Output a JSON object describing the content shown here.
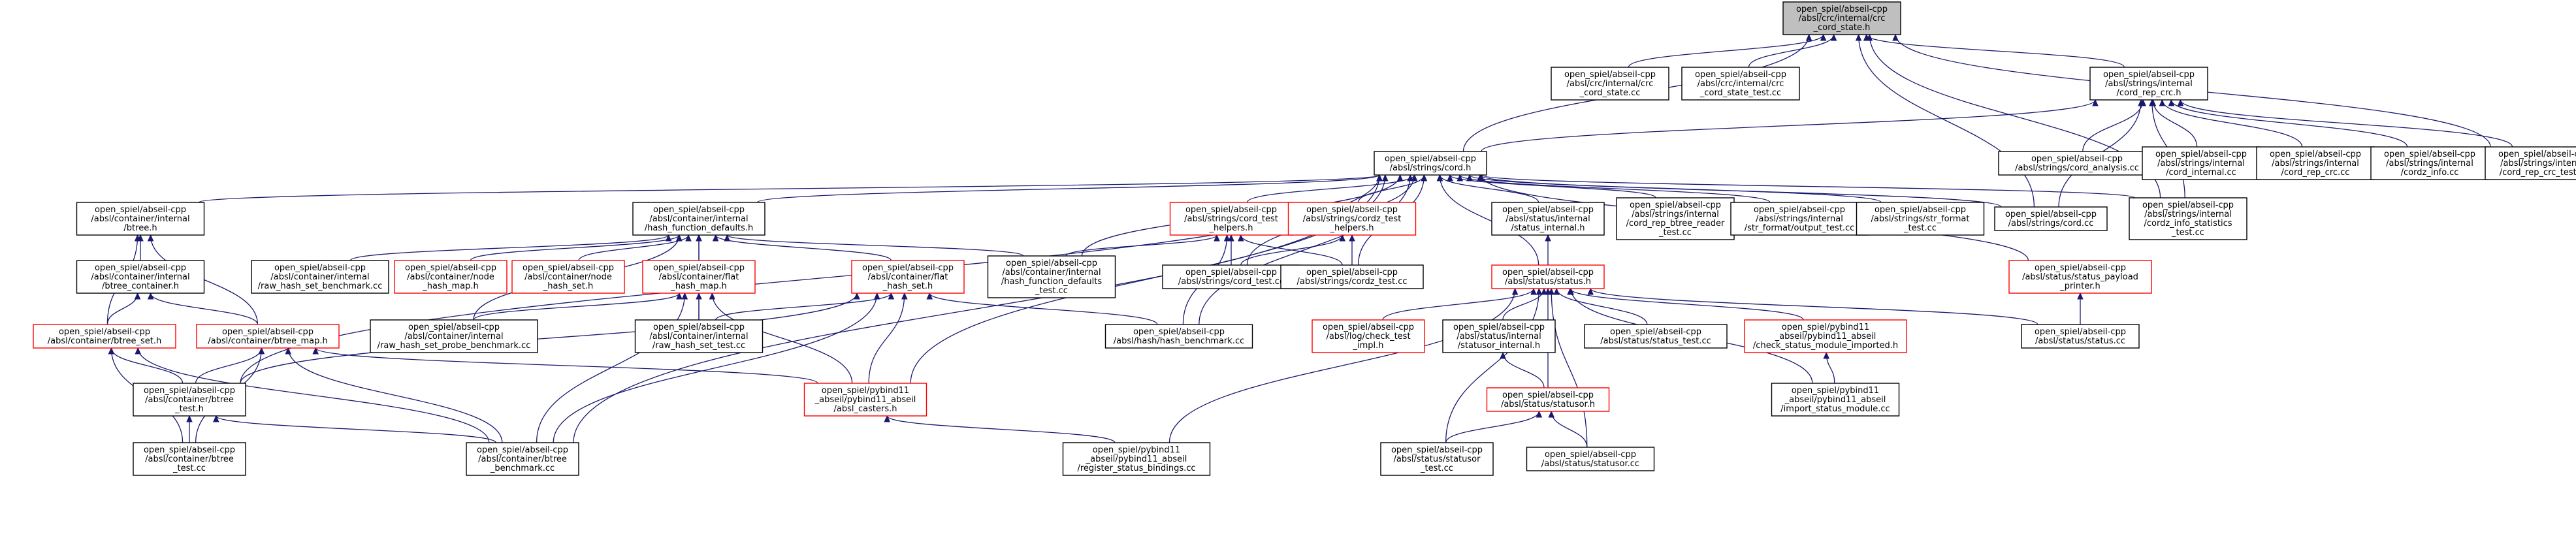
{
  "graph": {
    "nodes": [
      {
        "id": "root",
        "lines": [
          "open_spiel/abseil-cpp",
          "/absl/crc/internal/crc",
          "_cord_state.h"
        ],
        "color": "root"
      },
      {
        "id": "crc_state_cc",
        "lines": [
          "open_spiel/abseil-cpp",
          "/absl/crc/internal/crc",
          "_cord_state.cc"
        ],
        "color": "black"
      },
      {
        "id": "crc_state_test",
        "lines": [
          "open_spiel/abseil-cpp",
          "/absl/crc/internal/crc",
          "_cord_state_test.cc"
        ],
        "color": "black"
      },
      {
        "id": "cord_rep_crc_h",
        "lines": [
          "open_spiel/abseil-cpp",
          "/absl/strings/internal",
          "/cord_rep_crc.h"
        ],
        "color": "black"
      },
      {
        "id": "cord_h",
        "lines": [
          "open_spiel/abseil-cpp",
          "/absl/strings/cord.h"
        ],
        "color": "black"
      },
      {
        "id": "cord_analysis",
        "lines": [
          "open_spiel/abseil-cpp",
          "/absl/strings/cord_analysis.cc"
        ],
        "color": "black"
      },
      {
        "id": "cord_internal",
        "lines": [
          "open_spiel/abseil-cpp",
          "/absl/strings/internal",
          "/cord_internal.cc"
        ],
        "color": "black"
      },
      {
        "id": "cord_rep_crc_cc",
        "lines": [
          "open_spiel/abseil-cpp",
          "/absl/strings/internal",
          "/cord_rep_crc.cc"
        ],
        "color": "black"
      },
      {
        "id": "cordz_info",
        "lines": [
          "open_spiel/abseil-cpp",
          "/absl/strings/internal",
          "/cordz_info.cc"
        ],
        "color": "black"
      },
      {
        "id": "cord_rep_crc_test",
        "lines": [
          "open_spiel/abseil-cpp",
          "/absl/strings/internal",
          "/cord_rep_crc_test.cc"
        ],
        "color": "black"
      },
      {
        "id": "btree_h",
        "lines": [
          "open_spiel/abseil-cpp",
          "/absl/container/internal",
          "/btree.h"
        ],
        "color": "black"
      },
      {
        "id": "hash_fn_defaults",
        "lines": [
          "open_spiel/abseil-cpp",
          "/absl/container/internal",
          "/hash_function_defaults.h"
        ],
        "color": "black"
      },
      {
        "id": "cord_test_helpers",
        "lines": [
          "open_spiel/abseil-cpp",
          "/absl/strings/cord_test",
          "_helpers.h"
        ],
        "color": "red"
      },
      {
        "id": "cordz_test_helpers",
        "lines": [
          "open_spiel/abseil-cpp",
          "/absl/strings/cordz_test",
          "_helpers.h"
        ],
        "color": "red"
      },
      {
        "id": "status_internal",
        "lines": [
          "open_spiel/abseil-cpp",
          "/absl/status/internal",
          "/status_internal.h"
        ],
        "color": "black"
      },
      {
        "id": "btree_reader_test",
        "lines": [
          "open_spiel/abseil-cpp",
          "/absl/strings/internal",
          "/cord_rep_btree_reader",
          "_test.cc"
        ],
        "color": "black"
      },
      {
        "id": "str_format_output",
        "lines": [
          "open_spiel/abseil-cpp",
          "/absl/strings/internal",
          "/str_format/output_test.cc"
        ],
        "color": "black"
      },
      {
        "id": "str_format_test",
        "lines": [
          "open_spiel/abseil-cpp",
          "/absl/strings/str_format",
          "_test.cc"
        ],
        "color": "black"
      },
      {
        "id": "cord_cc",
        "lines": [
          "open_spiel/abseil-cpp",
          "/absl/strings/cord.cc"
        ],
        "color": "black"
      },
      {
        "id": "cordz_info_stats",
        "lines": [
          "open_spiel/abseil-cpp",
          "/absl/strings/internal",
          "/cordz_info_statistics",
          "_test.cc"
        ],
        "color": "black"
      },
      {
        "id": "btree_container",
        "lines": [
          "open_spiel/abseil-cpp",
          "/absl/container/internal",
          "/btree_container.h"
        ],
        "color": "black"
      },
      {
        "id": "raw_hash_bench",
        "lines": [
          "open_spiel/abseil-cpp",
          "/absl/container/internal",
          "/raw_hash_set_benchmark.cc"
        ],
        "color": "black"
      },
      {
        "id": "node_hash_map",
        "lines": [
          "open_spiel/abseil-cpp",
          "/absl/container/node",
          "_hash_map.h"
        ],
        "color": "red"
      },
      {
        "id": "node_hash_set",
        "lines": [
          "open_spiel/abseil-cpp",
          "/absl/container/node",
          "_hash_set.h"
        ],
        "color": "red"
      },
      {
        "id": "flat_hash_map",
        "lines": [
          "open_spiel/abseil-cpp",
          "/absl/container/flat",
          "_hash_map.h"
        ],
        "color": "red"
      },
      {
        "id": "flat_hash_set",
        "lines": [
          "open_spiel/abseil-cpp",
          "/absl/container/flat",
          "_hash_set.h"
        ],
        "color": "red"
      },
      {
        "id": "hash_fn_defaults_test",
        "lines": [
          "open_spiel/abseil-cpp",
          "/absl/container/internal",
          "/hash_function_defaults",
          "_test.cc"
        ],
        "color": "black"
      },
      {
        "id": "cord_test",
        "lines": [
          "open_spiel/abseil-cpp",
          "/absl/strings/cord_test.cc"
        ],
        "color": "black"
      },
      {
        "id": "cordz_test",
        "lines": [
          "open_spiel/abseil-cpp",
          "/absl/strings/cordz_test.cc"
        ],
        "color": "black"
      },
      {
        "id": "status_h",
        "lines": [
          "open_spiel/abseil-cpp",
          "/absl/status/status.h"
        ],
        "color": "red"
      },
      {
        "id": "status_payload_printer",
        "lines": [
          "open_spiel/abseil-cpp",
          "/absl/status/status_payload",
          "_printer.h"
        ],
        "color": "red"
      },
      {
        "id": "btree_set",
        "lines": [
          "open_spiel/abseil-cpp",
          "/absl/container/btree_set.h"
        ],
        "color": "red"
      },
      {
        "id": "btree_map",
        "lines": [
          "open_spiel/abseil-cpp",
          "/absl/container/btree_map.h"
        ],
        "color": "red"
      },
      {
        "id": "raw_hash_probe_bench",
        "lines": [
          "open_spiel/abseil-cpp",
          "/absl/container/internal",
          "/raw_hash_set_probe_benchmark.cc"
        ],
        "color": "black"
      },
      {
        "id": "raw_hash_set_test",
        "lines": [
          "open_spiel/abseil-cpp",
          "/absl/container/internal",
          "/raw_hash_set_test.cc"
        ],
        "color": "black"
      },
      {
        "id": "hash_benchmark",
        "lines": [
          "open_spiel/abseil-cpp",
          "/absl/hash/hash_benchmark.cc"
        ],
        "color": "black"
      },
      {
        "id": "check_test_impl",
        "lines": [
          "open_spiel/abseil-cpp",
          "/absl/log/check_test",
          "_impl.h"
        ],
        "color": "red"
      },
      {
        "id": "statusor_internal",
        "lines": [
          "open_spiel/abseil-cpp",
          "/absl/status/internal",
          "/statusor_internal.h"
        ],
        "color": "black"
      },
      {
        "id": "status_test",
        "lines": [
          "open_spiel/abseil-cpp",
          "/absl/status/status_test.cc"
        ],
        "color": "black"
      },
      {
        "id": "check_status_imported",
        "lines": [
          "open_spiel/pybind11",
          "_abseil/pybind11_abseil",
          "/check_status_module_imported.h"
        ],
        "color": "red"
      },
      {
        "id": "status_cc",
        "lines": [
          "open_spiel/abseil-cpp",
          "/absl/status/status.cc"
        ],
        "color": "black"
      },
      {
        "id": "btree_test_h",
        "lines": [
          "open_spiel/abseil-cpp",
          "/absl/container/btree",
          "_test.h"
        ],
        "color": "black"
      },
      {
        "id": "absl_casters",
        "lines": [
          "open_spiel/pybind11",
          "_abseil/pybind11_abseil",
          "/absl_casters.h"
        ],
        "color": "red"
      },
      {
        "id": "statusor_h",
        "lines": [
          "open_spiel/abseil-cpp",
          "/absl/status/statusor.h"
        ],
        "color": "red"
      },
      {
        "id": "import_status_module",
        "lines": [
          "open_spiel/pybind11",
          "_abseil/pybind11_abseil",
          "/import_status_module.cc"
        ],
        "color": "black"
      },
      {
        "id": "btree_test_cc",
        "lines": [
          "open_spiel/abseil-cpp",
          "/absl/container/btree",
          "_test.cc"
        ],
        "color": "black"
      },
      {
        "id": "btree_benchmark",
        "lines": [
          "open_spiel/abseil-cpp",
          "/absl/container/btree",
          "_benchmark.cc"
        ],
        "color": "black"
      },
      {
        "id": "register_status_bindings",
        "lines": [
          "open_spiel/pybind11",
          "_abseil/pybind11_abseil",
          "/register_status_bindings.cc"
        ],
        "color": "black"
      },
      {
        "id": "statusor_test",
        "lines": [
          "open_spiel/abseil-cpp",
          "/absl/status/statusor",
          "_test.cc"
        ],
        "color": "black"
      },
      {
        "id": "statusor_cc",
        "lines": [
          "open_spiel/abseil-cpp",
          "/absl/status/statusor.cc"
        ],
        "color": "black"
      }
    ],
    "edges": [
      [
        "crc_state_cc",
        "root"
      ],
      [
        "crc_state_test",
        "root"
      ],
      [
        "cord_rep_crc_h",
        "root"
      ],
      [
        "cord_h",
        "root"
      ],
      [
        "cord_cc",
        "root"
      ],
      [
        "cordz_info_stats",
        "root"
      ],
      [
        "cord_rep_crc_test",
        "root"
      ],
      [
        "cord_h",
        "cord_rep_crc_h"
      ],
      [
        "cord_analysis",
        "cord_rep_crc_h"
      ],
      [
        "cord_internal",
        "cord_rep_crc_h"
      ],
      [
        "cord_rep_crc_cc",
        "cord_rep_crc_h"
      ],
      [
        "cordz_info",
        "cord_rep_crc_h"
      ],
      [
        "cord_rep_crc_test",
        "cord_rep_crc_h"
      ],
      [
        "cord_cc",
        "cord_rep_crc_h"
      ],
      [
        "cordz_info_stats",
        "cord_rep_crc_h"
      ],
      [
        "btree_h",
        "cord_h"
      ],
      [
        "hash_fn_defaults",
        "cord_h"
      ],
      [
        "cord_test_helpers",
        "cord_h"
      ],
      [
        "cordz_test_helpers",
        "cord_h"
      ],
      [
        "status_internal",
        "cord_h"
      ],
      [
        "btree_reader_test",
        "cord_h"
      ],
      [
        "str_format_output",
        "cord_h"
      ],
      [
        "str_format_test",
        "cord_h"
      ],
      [
        "cord_cc",
        "cord_h"
      ],
      [
        "cordz_info_stats",
        "cord_h"
      ],
      [
        "status_h",
        "cord_h"
      ],
      [
        "cord_test",
        "cord_h"
      ],
      [
        "cordz_test",
        "cord_h"
      ],
      [
        "status_payload_printer",
        "cord_h"
      ],
      [
        "hash_fn_defaults_test",
        "cord_h"
      ],
      [
        "hash_benchmark",
        "cord_h"
      ],
      [
        "absl_casters",
        "cord_h"
      ],
      [
        "btree_test_h",
        "cord_h"
      ],
      [
        "btree_benchmark",
        "cord_h"
      ],
      [
        "btree_container",
        "btree_h"
      ],
      [
        "btree_set",
        "btree_h"
      ],
      [
        "btree_map",
        "btree_h"
      ],
      [
        "btree_set",
        "btree_container"
      ],
      [
        "btree_map",
        "btree_container"
      ],
      [
        "raw_hash_bench",
        "hash_fn_defaults"
      ],
      [
        "node_hash_map",
        "hash_fn_defaults"
      ],
      [
        "node_hash_set",
        "hash_fn_defaults"
      ],
      [
        "flat_hash_map",
        "hash_fn_defaults"
      ],
      [
        "flat_hash_set",
        "hash_fn_defaults"
      ],
      [
        "hash_fn_defaults_test",
        "hash_fn_defaults"
      ],
      [
        "raw_hash_probe_bench",
        "hash_fn_defaults"
      ],
      [
        "raw_hash_set_test",
        "hash_fn_defaults"
      ],
      [
        "hash_fn_defaults_test",
        "cord_test_helpers"
      ],
      [
        "cord_test",
        "cord_test_helpers"
      ],
      [
        "cordz_test",
        "cord_test_helpers"
      ],
      [
        "hash_benchmark",
        "cord_test_helpers"
      ],
      [
        "cord_test",
        "cordz_test_helpers"
      ],
      [
        "cordz_test",
        "cordz_test_helpers"
      ],
      [
        "status_h",
        "status_internal"
      ],
      [
        "status_cc",
        "status_payload_printer"
      ],
      [
        "raw_hash_probe_bench",
        "flat_hash_map"
      ],
      [
        "raw_hash_set_test",
        "flat_hash_map"
      ],
      [
        "absl_casters",
        "flat_hash_map"
      ],
      [
        "btree_benchmark",
        "flat_hash_map"
      ],
      [
        "raw_hash_set_test",
        "flat_hash_set"
      ],
      [
        "hash_benchmark",
        "flat_hash_set"
      ],
      [
        "absl_casters",
        "flat_hash_set"
      ],
      [
        "btree_test_h",
        "flat_hash_set"
      ],
      [
        "btree_benchmark",
        "flat_hash_set"
      ],
      [
        "btree_test_h",
        "btree_set"
      ],
      [
        "btree_test_cc",
        "btree_set"
      ],
      [
        "btree_benchmark",
        "btree_set"
      ],
      [
        "btree_test_h",
        "btree_map"
      ],
      [
        "btree_test_cc",
        "btree_map"
      ],
      [
        "btree_benchmark",
        "btree_map"
      ],
      [
        "absl_casters",
        "btree_map"
      ],
      [
        "btree_test_cc",
        "btree_test_h"
      ],
      [
        "btree_benchmark",
        "btree_test_h"
      ],
      [
        "register_status_bindings",
        "absl_casters"
      ],
      [
        "check_test_impl",
        "status_h"
      ],
      [
        "statusor_internal",
        "status_h"
      ],
      [
        "status_test",
        "status_h"
      ],
      [
        "check_status_imported",
        "status_h"
      ],
      [
        "status_cc",
        "status_h"
      ],
      [
        "statusor_h",
        "status_h"
      ],
      [
        "import_status_module",
        "status_h"
      ],
      [
        "register_status_bindings",
        "status_h"
      ],
      [
        "statusor_test",
        "status_h"
      ],
      [
        "statusor_cc",
        "status_h"
      ],
      [
        "statusor_h",
        "statusor_internal"
      ],
      [
        "import_status_module",
        "check_status_imported"
      ],
      [
        "statusor_test",
        "statusor_h"
      ],
      [
        "statusor_cc",
        "statusor_h"
      ]
    ]
  }
}
